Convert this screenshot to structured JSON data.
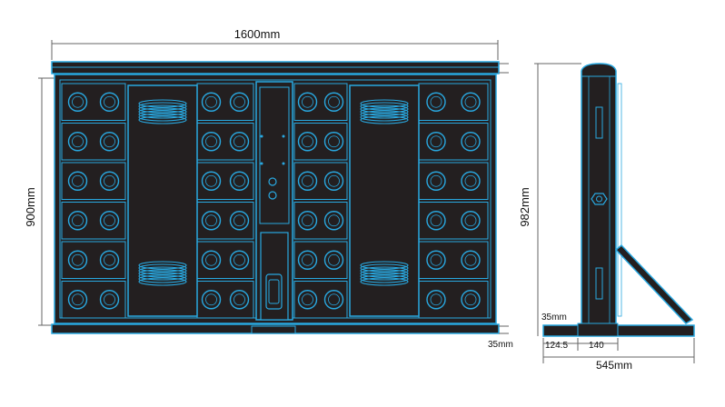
{
  "dimensions": {
    "width": "1600mm",
    "height": "900mm",
    "base_front": "35mm",
    "side_height": "982mm",
    "side_base": "35mm",
    "side_offset": "124.5",
    "side_foot": "140",
    "side_depth": "545mm"
  },
  "colors": {
    "panel": "#231f20",
    "outline": "#29a8e0",
    "dim_line": "#555555",
    "background": "#ffffff"
  }
}
